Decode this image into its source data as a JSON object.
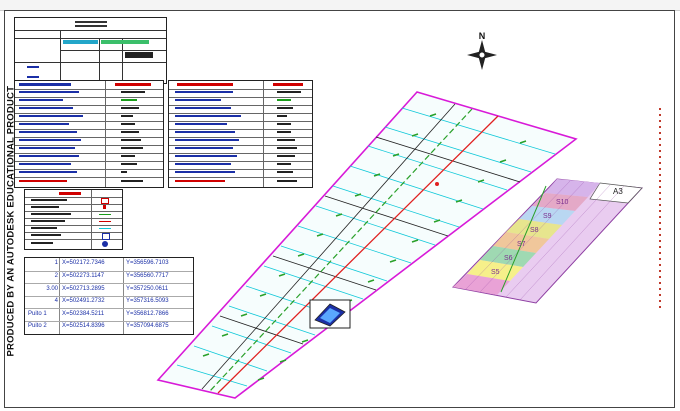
{
  "watermark": "PRODUCED BY AN AUTODESK EDUCATIONAL PRODUCT",
  "north_label": "N",
  "coordinates": [
    {
      "id": "1",
      "x": "X=502172.7346",
      "y": "Y=356596.7103"
    },
    {
      "id": "2",
      "x": "X=502273.1147",
      "y": "Y=356560.7717"
    },
    {
      "id": "3.00",
      "x": "X=502713.2895",
      "y": "Y=357250.0611"
    },
    {
      "id": "4",
      "x": "X=502491.2732",
      "y": "Y=357316.5093"
    },
    {
      "id": "Puito 1",
      "x": "X=502384.5211",
      "y": "Y=356812.7866"
    },
    {
      "id": "Puito 2",
      "x": "X=502514.8396",
      "y": "Y=357094.6875"
    }
  ],
  "inset_labels": [
    "A3",
    "S10",
    "S9",
    "S8",
    "S7",
    "S6",
    "S5"
  ],
  "colors": {
    "magenta": "#d81ad8",
    "green": "#2aa02a",
    "red": "#e02020",
    "blue": "#1b2fa6",
    "cyan": "#10c8d8"
  }
}
